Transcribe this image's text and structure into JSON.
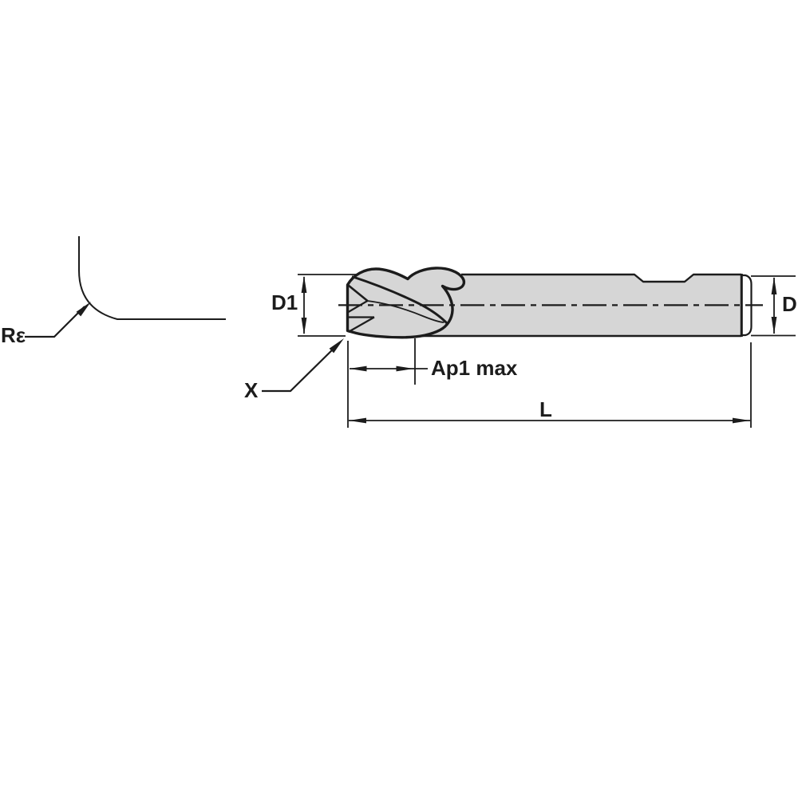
{
  "drawing": {
    "title": "End mill side-view technical drawing with corner radius detail",
    "detail_view": {
      "corner_radius_label": "Rε"
    },
    "dimensions": {
      "cutting_diameter_label": "D1",
      "shank_diameter_label": "D",
      "max_depth_of_cut_label": "Ap1 max",
      "overall_length_label": "L",
      "corner_feature_label": "X"
    },
    "colors": {
      "background": "#ffffff",
      "line": "#1c1c1c",
      "tool_fill": "#d6d6d6",
      "end_cap_fill": "#fdfdfd"
    }
  }
}
